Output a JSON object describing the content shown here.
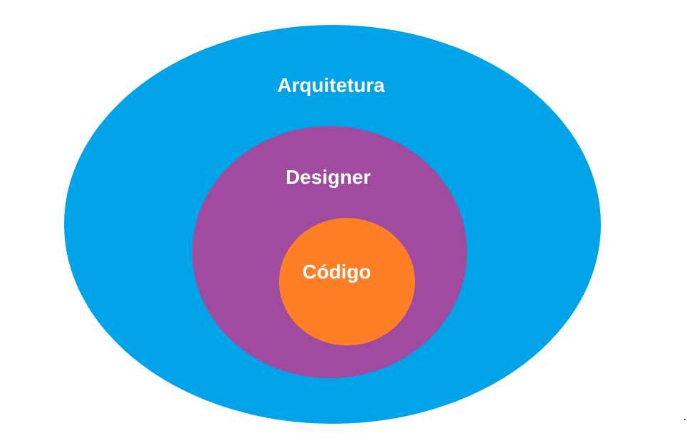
{
  "diagram": {
    "layers": [
      {
        "id": "outer",
        "label": "Arquitetura",
        "color": "#00a3e8"
      },
      {
        "id": "middle",
        "label": "Designer",
        "color": "#a04b9f"
      },
      {
        "id": "inner",
        "label": "Código",
        "color": "#ff7f27"
      }
    ]
  }
}
